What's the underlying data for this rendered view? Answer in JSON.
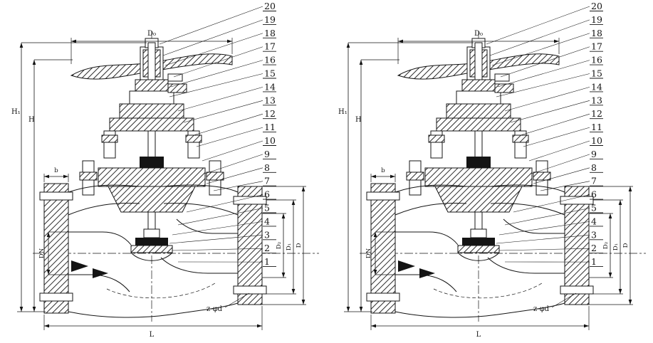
{
  "figure": {
    "type": "valve-sectional-drawing",
    "background_color": "#ffffff",
    "line_color": "#141414",
    "callouts": [
      "20",
      "19",
      "18",
      "17",
      "16",
      "15",
      "14",
      "13",
      "12",
      "11",
      "10",
      "9",
      "8",
      "7",
      "6",
      "5",
      "4",
      "3",
      "2",
      "1"
    ],
    "dimensions": {
      "handwheel_diameter": "D₀",
      "open_height": "H₁",
      "height": "H",
      "face_to_face_length": "L",
      "nominal_bore": "DN",
      "flange_thickness": "b",
      "seal_face_diameter": "D₂",
      "bolt_circle_diameter": "D₁",
      "flange_outer_diameter": "D",
      "bolt_holes": "z-φd"
    }
  }
}
